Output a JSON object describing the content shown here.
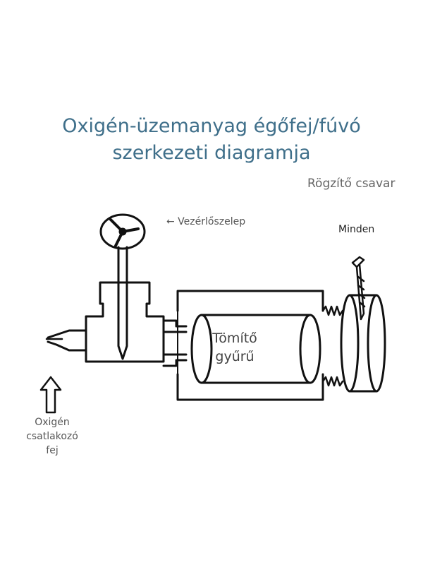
{
  "title": {
    "line1": "Oxigén-üzemanyag égőfej/fúvó",
    "line2": "szerkezeti diagramja"
  },
  "labels": {
    "fixing_screw": "Rögzítő csavar",
    "control_valve": "← Vezérlőszelep",
    "minden": "Minden",
    "seal_ring_line1": "Tömítő",
    "seal_ring_line2": "gyűrű",
    "inlet_line1": "Oxigén",
    "inlet_line2": "csatlakozó",
    "inlet_line3": "fej"
  },
  "colors": {
    "title": "#3f6f8a",
    "line": "#111111"
  },
  "icons": [
    "valve-handwheel-icon",
    "screw-icon",
    "up-arrow-icon"
  ]
}
